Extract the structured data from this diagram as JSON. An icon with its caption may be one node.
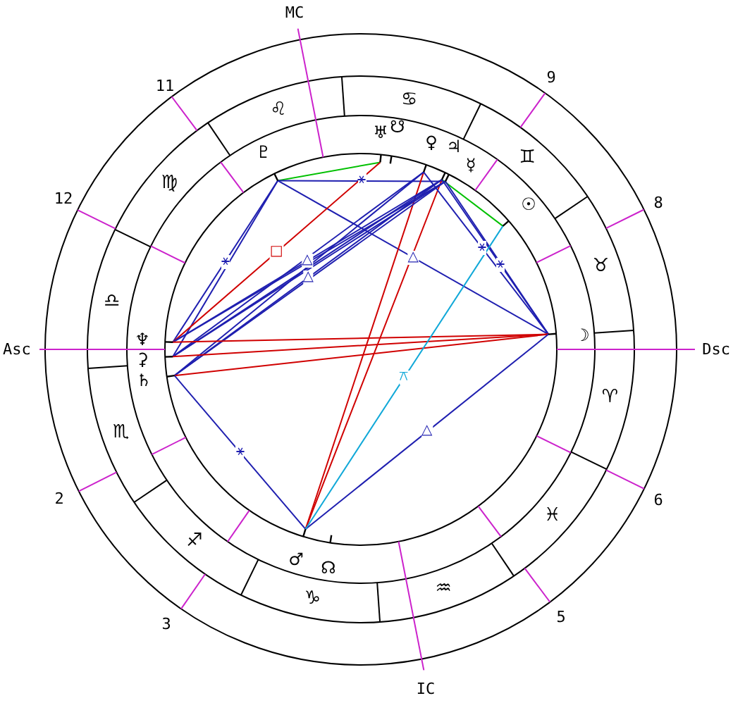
{
  "diagram": {
    "nodes": [
      {
        "text": [],
        "shape": "tick",
        "beside": [
          "♇"
        ]
      },
      {
        "text": [],
        "shape": "tick",
        "beside": [
          "♅"
        ]
      },
      {
        "text": [],
        "shape": "tick",
        "beside": [
          "☋"
        ]
      },
      {
        "text": [],
        "shape": "tick",
        "beside": [
          "♀"
        ]
      },
      {
        "text": [],
        "shape": "tick",
        "beside": [
          "♃"
        ]
      },
      {
        "text": [],
        "shape": "tick",
        "beside": [
          "☿"
        ]
      },
      {
        "text": [],
        "shape": "tick",
        "beside": [
          "☉"
        ]
      },
      {
        "text": [],
        "shape": "tick",
        "beside": [
          "♆"
        ]
      },
      {
        "text": [],
        "shape": "tick",
        "beside": [
          "⚳"
        ]
      },
      {
        "text": [],
        "shape": "tick",
        "beside": [
          "♄"
        ]
      },
      {
        "text": [],
        "shape": "tick",
        "beside": [
          "☽"
        ]
      },
      {
        "text": [],
        "shape": "tick",
        "beside": [
          "♂"
        ]
      },
      {
        "text": [],
        "shape": "tick",
        "beside": [
          "☊"
        ]
      }
    ],
    "edges": [
      {
        "from": 0,
        "to": 1,
        "arrow": "none",
        "color": "#00c000"
      },
      {
        "from": 0,
        "to": 5,
        "arrow": "none",
        "label": "⚹"
      },
      {
        "from": 0,
        "to": 7,
        "arrow": "none",
        "label": "⚹"
      },
      {
        "from": 0,
        "to": 8,
        "arrow": "none"
      },
      {
        "from": 0,
        "to": 10,
        "arrow": "none",
        "label": "△"
      },
      {
        "from": 1,
        "to": 7,
        "arrow": "none",
        "label": "□",
        "color": "#d00000"
      },
      {
        "from": 4,
        "to": 6,
        "arrow": "none",
        "color": "#00c000"
      },
      {
        "from": 3,
        "to": 11,
        "arrow": "none",
        "color": "#d00000"
      },
      {
        "from": 4,
        "to": 11,
        "arrow": "none",
        "color": "#d00000"
      },
      {
        "from": 3,
        "to": 10,
        "arrow": "none",
        "label": "⚹"
      },
      {
        "from": 4,
        "to": 10,
        "arrow": "none",
        "label": "⚹"
      },
      {
        "from": 5,
        "to": 10,
        "arrow": "none"
      },
      {
        "from": 3,
        "to": 8,
        "arrow": "none"
      },
      {
        "from": 3,
        "to": 9,
        "arrow": "none"
      },
      {
        "from": 4,
        "to": 7,
        "arrow": "none",
        "label": "△"
      },
      {
        "from": 4,
        "to": 8,
        "arrow": "none"
      },
      {
        "from": 4,
        "to": 9,
        "arrow": "none",
        "label": "△"
      },
      {
        "from": 5,
        "to": 7,
        "arrow": "none"
      },
      {
        "from": 5,
        "to": 8,
        "arrow": "none"
      },
      {
        "from": 5,
        "to": 9,
        "arrow": "none"
      },
      {
        "from": 7,
        "to": 10,
        "arrow": "none",
        "color": "#d00000"
      },
      {
        "from": 8,
        "to": 10,
        "arrow": "none",
        "color": "#d00000"
      },
      {
        "from": 9,
        "to": 10,
        "arrow": "none",
        "color": "#d00000"
      },
      {
        "from": 9,
        "to": 11,
        "arrow": "none",
        "label": "⚹"
      },
      {
        "from": 11,
        "to": 10,
        "arrow": "none",
        "label": "△"
      },
      {
        "from": 6,
        "to": 11,
        "arrow": "none",
        "label": "⚻",
        "color": "#10a8d8"
      }
    ],
    "labels": [
      "MC",
      "9",
      "11",
      "♋",
      "♌",
      "♊",
      "♍",
      "12",
      "8",
      "♉",
      "♎",
      "Asc",
      "Dsc",
      "♈",
      "♏",
      "2",
      "6",
      "♓",
      "♐",
      "♒",
      "♑",
      "5",
      "3",
      "IC"
    ]
  }
}
